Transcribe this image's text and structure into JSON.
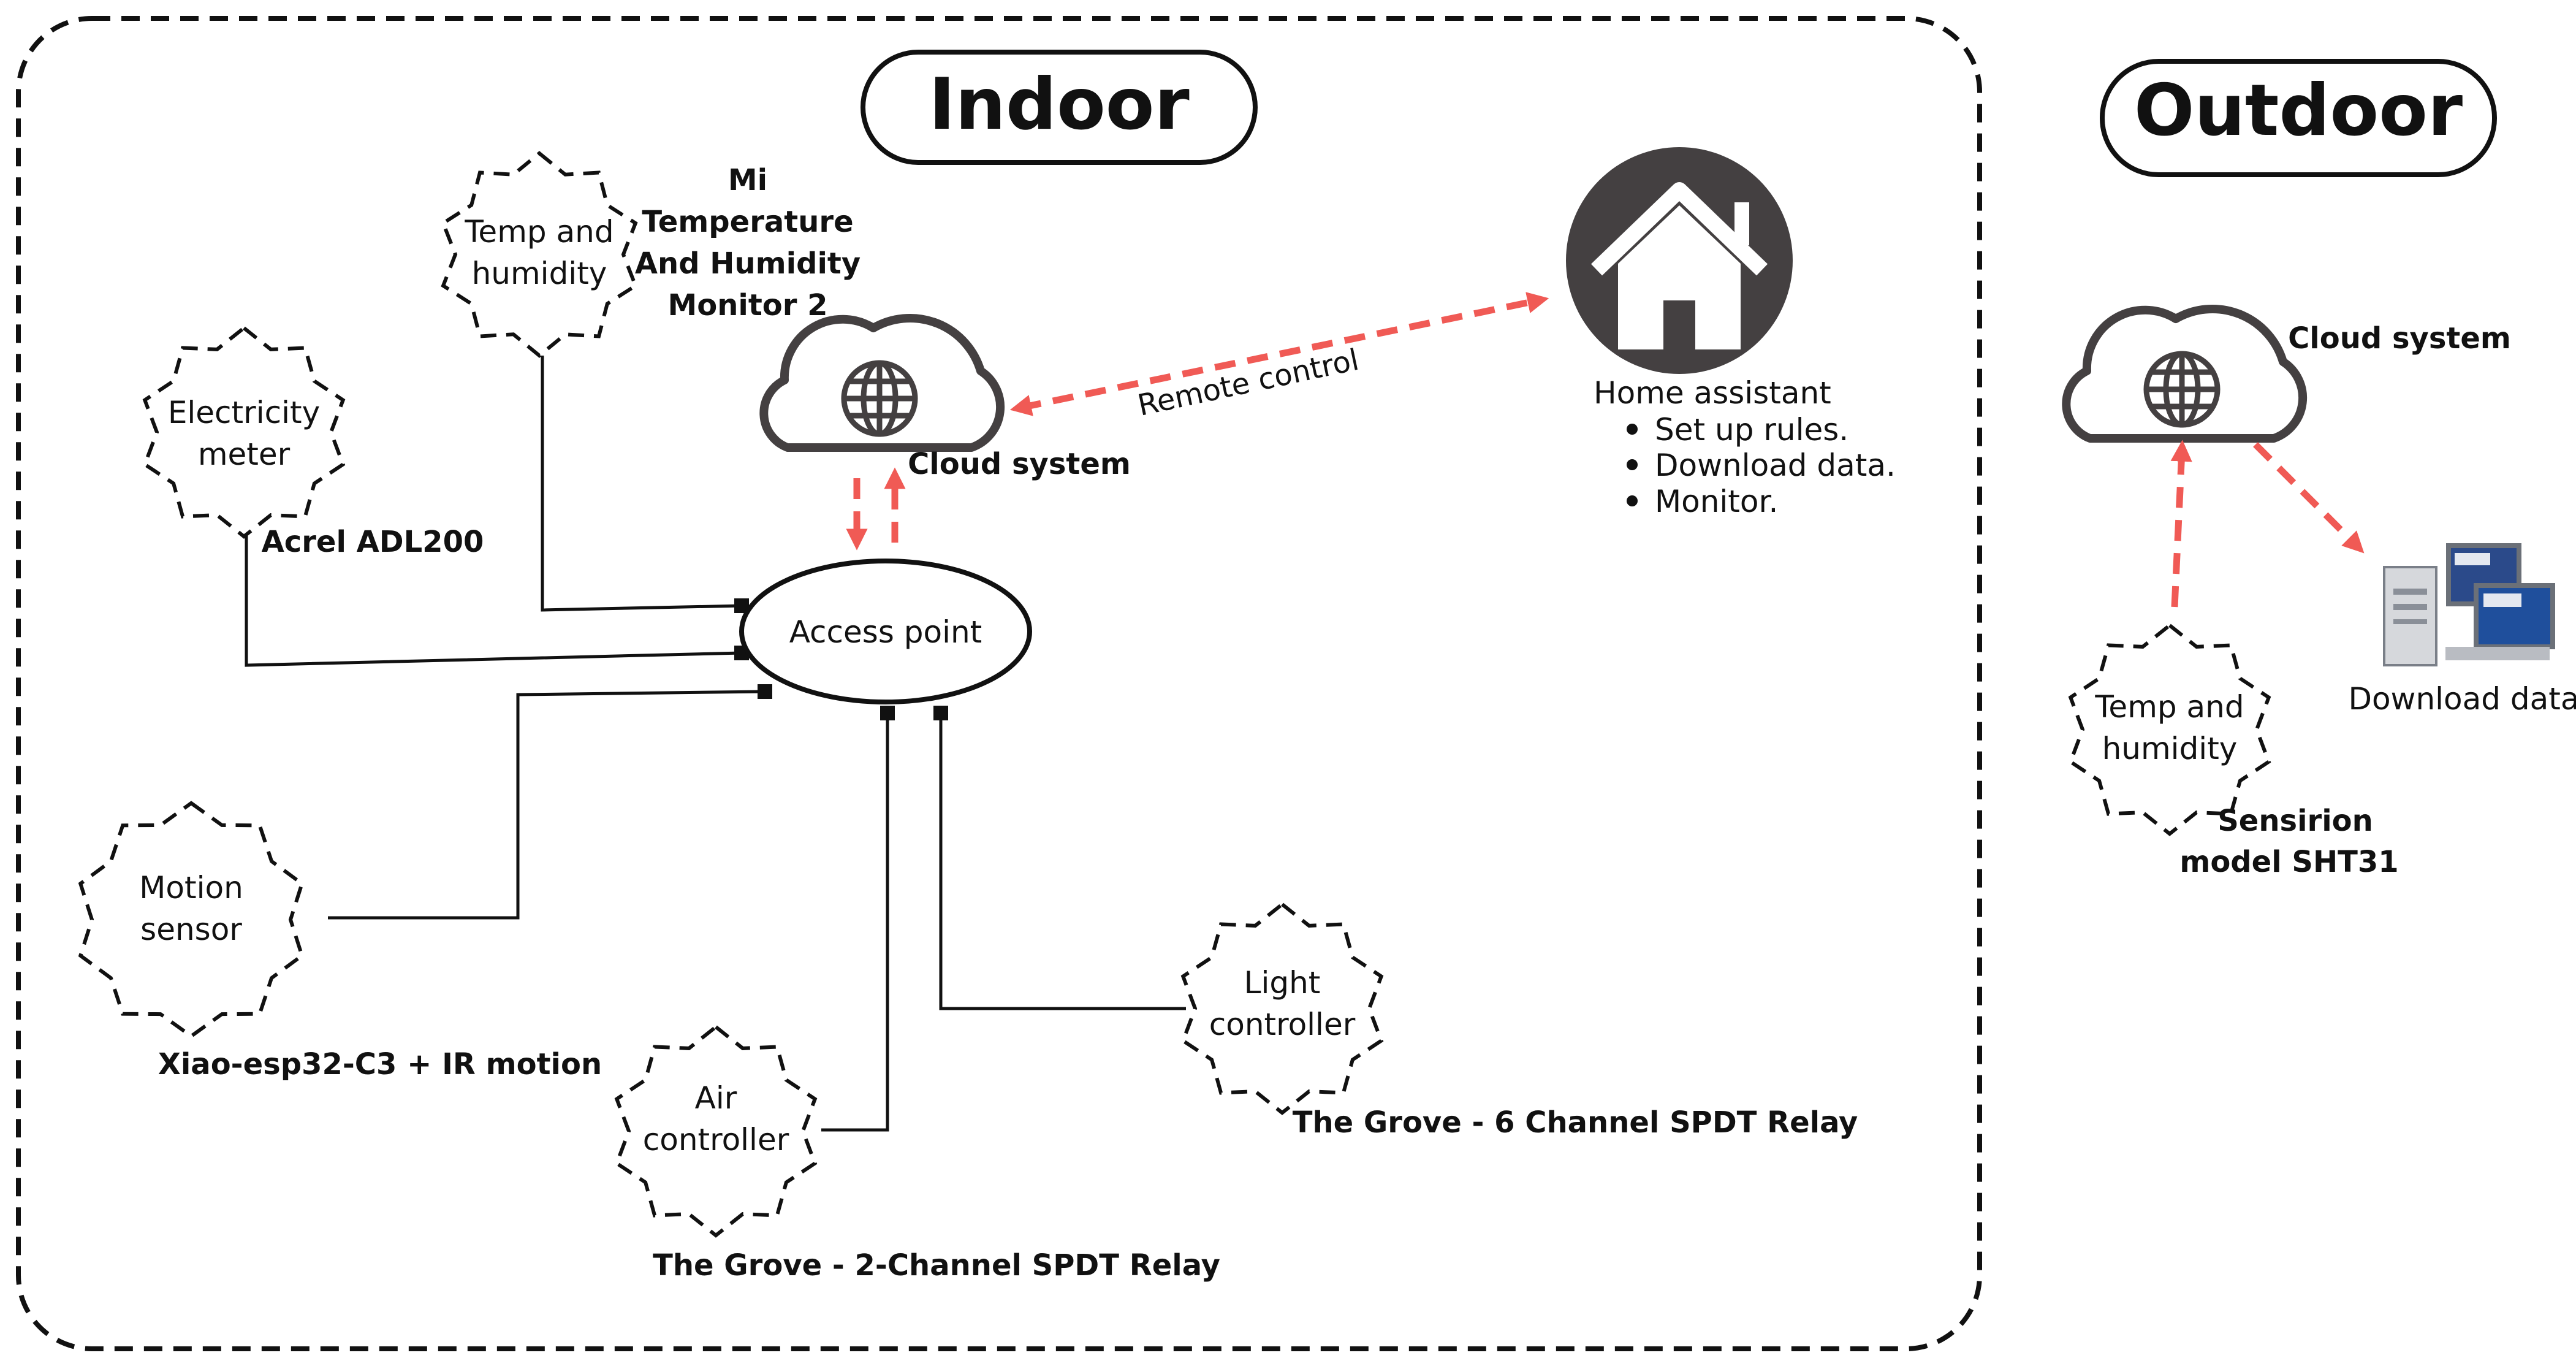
{
  "regions": {
    "indoor_title": "Indoor",
    "outdoor_title": "Outdoor"
  },
  "indoor": {
    "temp_humidity": {
      "label_line1": "Temp and",
      "label_line2": "humidity",
      "model_line1": "Mi",
      "model_line2": "Temperature",
      "model_line3": "And Humidity",
      "model_line4": "Monitor 2"
    },
    "electricity_meter": {
      "label_line1": "Electricity",
      "label_line2": "meter",
      "model": "Acrel ADL200"
    },
    "motion_sensor": {
      "label_line1": "Motion",
      "label_line2": "sensor",
      "model": "Xiao-esp32-C3 + IR motion"
    },
    "air_controller": {
      "label_line1": "Air",
      "label_line2": "controller",
      "model": "The Grove - 2-Channel SPDT Relay"
    },
    "light_controller": {
      "label_line1": "Light",
      "label_line2": "controller",
      "model": "The Grove - 6 Channel SPDT Relay"
    },
    "access_point": {
      "label": "Access point"
    },
    "cloud": {
      "label": "Cloud system"
    },
    "remote_link": {
      "label": "Remote control"
    },
    "home_assistant": {
      "label": "Home assistant",
      "bullets": [
        "Set up rules.",
        "Download data.",
        "Monitor."
      ]
    }
  },
  "outdoor": {
    "cloud": {
      "label": "Cloud system"
    },
    "download": {
      "label": "Download data"
    },
    "temp_humidity": {
      "label_line1": "Temp and",
      "label_line2": "humidity",
      "model_line1": "Sensirion",
      "model_line2": "model SHT31"
    }
  },
  "colors": {
    "link": "#f05a55",
    "line": "#111111",
    "home_icon_bg": "#444041"
  },
  "icons": [
    "globe-icon",
    "house-icon",
    "computer-icon",
    "arrow-icon"
  ]
}
